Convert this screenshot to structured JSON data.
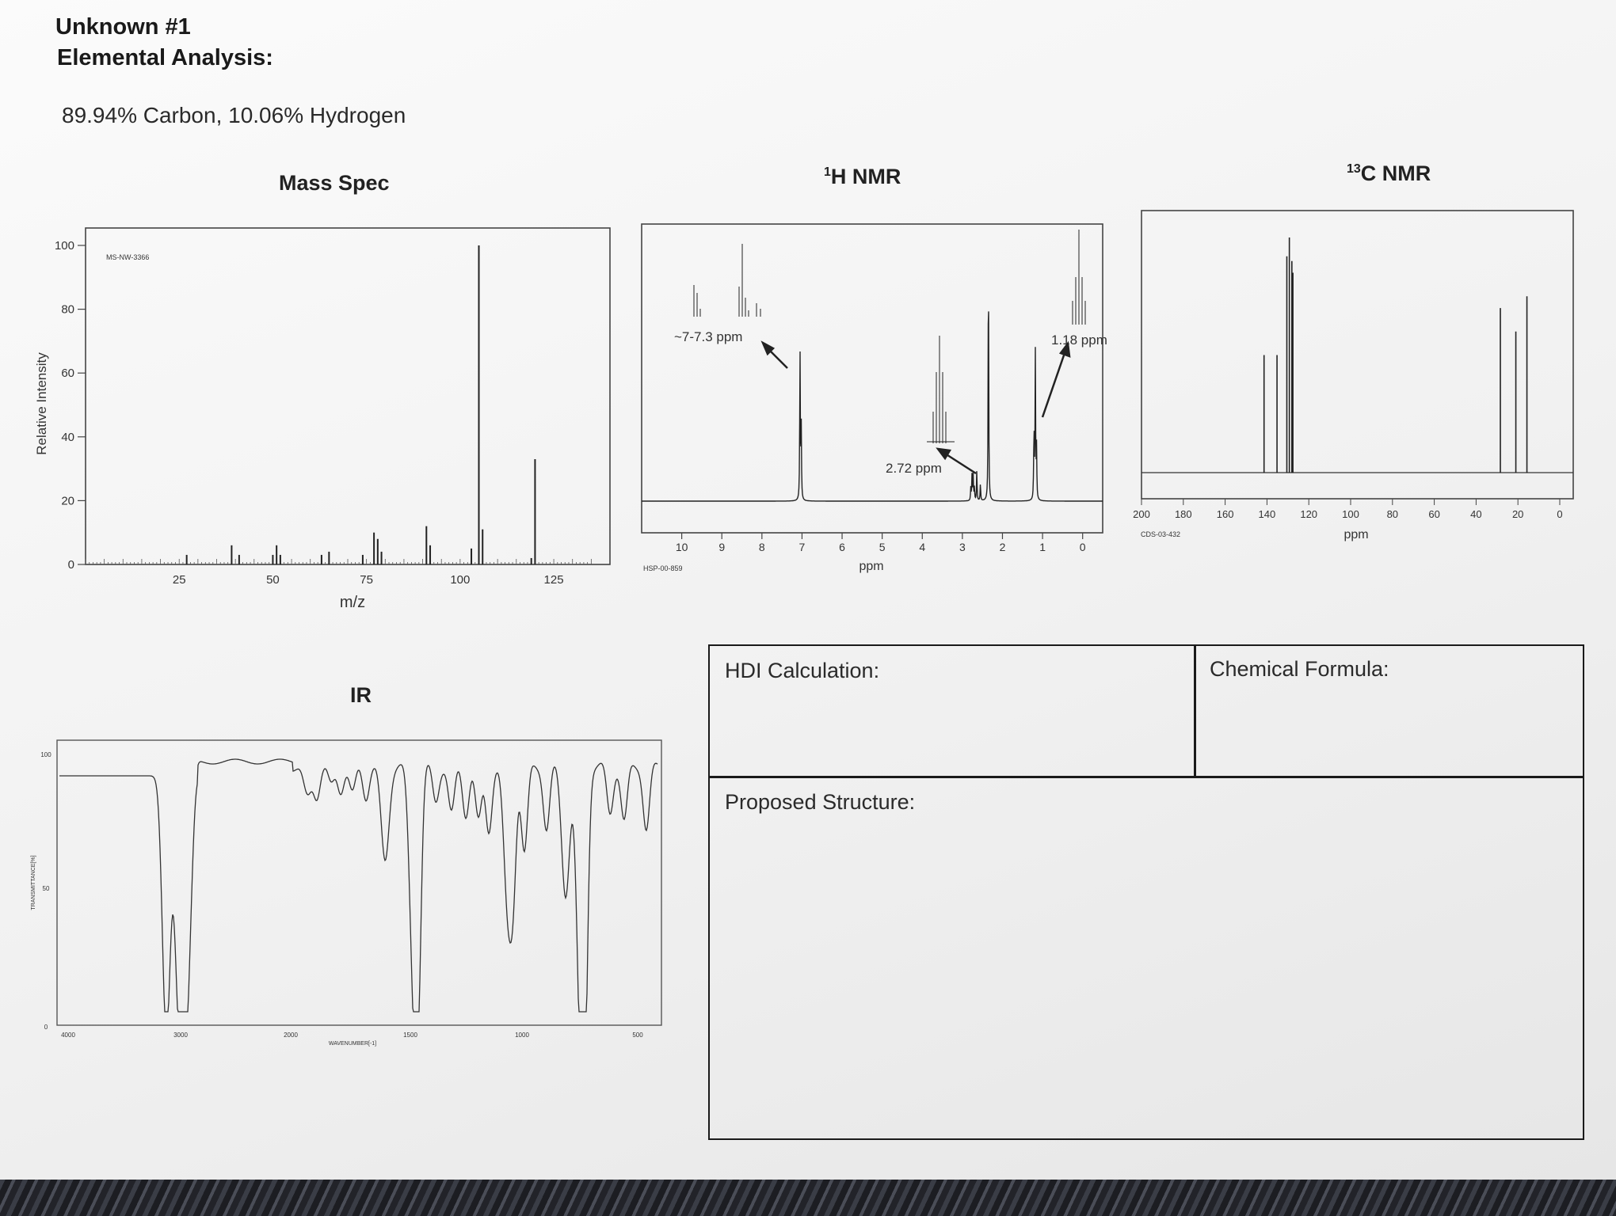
{
  "header": {
    "title": "Unknown #1",
    "subtitle": "Elemental Analysis:",
    "composition": "89.94% Carbon, 10.06% Hydrogen"
  },
  "sections": {
    "mass_spec": "Mass Spec",
    "h_nmr_sup": "1",
    "h_nmr": "H NMR",
    "c_nmr_sup": "13",
    "c_nmr": "C NMR",
    "ir": "IR"
  },
  "ms": {
    "code": "MS-NW-3366",
    "ylabel": "Relative Intensity",
    "xlabel": "m/z",
    "yticks": [
      "0",
      "20",
      "40",
      "60",
      "80",
      "100"
    ],
    "xticks": [
      "25",
      "50",
      "75",
      "100",
      "125"
    ]
  },
  "hnmr": {
    "code": "HSP-00-859",
    "xlabel": "ppm",
    "xticks": [
      "10",
      "9",
      "8",
      "7",
      "6",
      "5",
      "4",
      "3",
      "2",
      "1",
      "0"
    ],
    "annot1": "~7-7.3 ppm",
    "annot2": "2.72 ppm",
    "annot3": "1.18 ppm"
  },
  "cnmr": {
    "code": "CDS-03-432",
    "xlabel": "ppm",
    "xticks": [
      "200",
      "180",
      "160",
      "140",
      "120",
      "100",
      "80",
      "60",
      "40",
      "20",
      "0"
    ]
  },
  "ir": {
    "ylabel": "TRANSMITTANCE[%]",
    "xlabel": "WAVENUMBER[-1]",
    "yticks": [
      "100",
      "50",
      "0"
    ],
    "xticks": [
      "4000",
      "3000",
      "2000",
      "1500",
      "1000",
      "500"
    ]
  },
  "worksheet": {
    "hdi": "HDI Calculation:",
    "formula": "Chemical Formula:",
    "structure": "Proposed Structure:"
  },
  "chart_data": [
    {
      "type": "bar",
      "name": "mass_spectrum",
      "xlabel": "m/z",
      "ylabel": "Relative Intensity",
      "xlim": [
        0,
        140
      ],
      "ylim": [
        0,
        100
      ],
      "x": [
        27,
        39,
        41,
        50,
        51,
        52,
        63,
        65,
        74,
        77,
        78,
        79,
        91,
        92,
        103,
        105,
        106,
        119,
        120
      ],
      "values": [
        3,
        6,
        3,
        3,
        6,
        3,
        3,
        4,
        3,
        10,
        8,
        4,
        12,
        6,
        5,
        100,
        11,
        2,
        33
      ]
    },
    {
      "type": "line",
      "name": "1H_NMR",
      "xlabel": "ppm",
      "xlim": [
        11,
        -0.5
      ],
      "ylim": [
        0,
        100
      ],
      "peaks_ppm": [
        7.02,
        7.05,
        2.79,
        2.76,
        2.73,
        2.7,
        2.64,
        2.55,
        2.35,
        1.22,
        1.18,
        1.15,
        1.21
      ],
      "peaks_height": [
        30,
        60,
        5,
        10,
        10,
        5,
        12,
        7,
        100,
        10,
        58,
        20,
        20
      ]
    },
    {
      "type": "bar",
      "name": "13C_NMR",
      "xlabel": "ppm",
      "xlim": [
        200,
        0
      ],
      "ylim": [
        0,
        100
      ],
      "x": [
        141.4,
        135.2,
        130.5,
        129.3,
        128.1,
        127.6,
        28.4,
        21.0,
        15.7
      ],
      "values": [
        50,
        50,
        92,
        100,
        90,
        85,
        70,
        60,
        75
      ]
    }
  ]
}
